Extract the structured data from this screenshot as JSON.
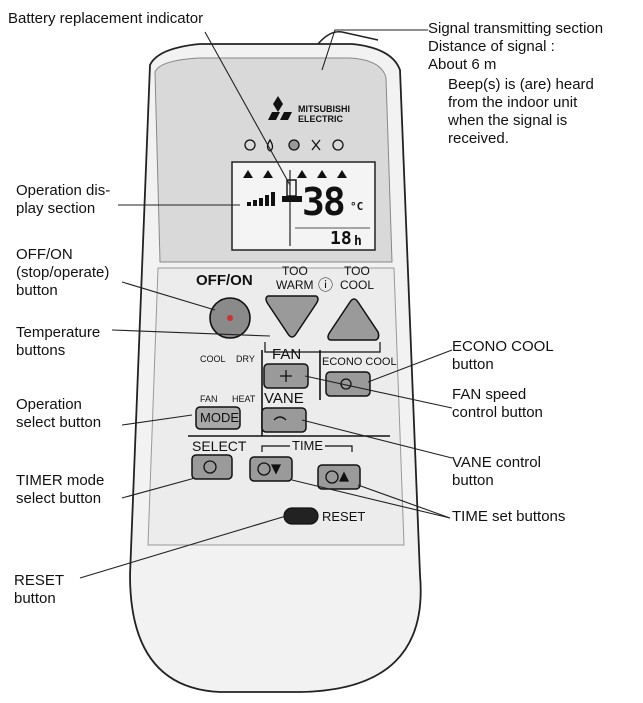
{
  "labels": {
    "battery": "Battery replacement indicator",
    "signal": "Signal transmitting section\nDistance of signal :\nAbout 6 m",
    "beep": "Beep(s) is (are) heard\nfrom the indoor unit\nwhen the signal is\nreceived.",
    "operation_display": "Operation dis-\nplay section",
    "offon_btn": "OFF/ON\n(stop/operate)\nbutton",
    "temperature_btns": "Temperature\nbuttons",
    "operation_select": "Operation\nselect button",
    "timer_mode": "TIMER mode\nselect button",
    "reset_btn": "RESET\nbutton",
    "econo_btn": "ECONO COOL\nbutton",
    "fan_speed": "FAN speed\ncontrol button",
    "vane_control": "VANE control\nbutton",
    "time_set": "TIME set buttons"
  },
  "remote": {
    "brand_line1": "MITSUBISHI",
    "brand_line2": "ELECTRIC",
    "lcd_temp": "38",
    "lcd_temp_unit": "°C",
    "lcd_hours": "18",
    "lcd_hours_unit": "h",
    "offon": "OFF/ON",
    "too_warm_1": "TOO",
    "too_warm_2": "WARM",
    "too_cool_1": "TOO",
    "too_cool_2": "COOL",
    "cool": "COOL",
    "dry": "DRY",
    "fan_mode": "FAN",
    "heat": "HEAT",
    "mode": "MODE",
    "fan": "FAN",
    "vane": "VANE",
    "econo_cool": "ECONO COOL",
    "select": "SELECT",
    "time": "TIME",
    "reset": "RESET"
  }
}
